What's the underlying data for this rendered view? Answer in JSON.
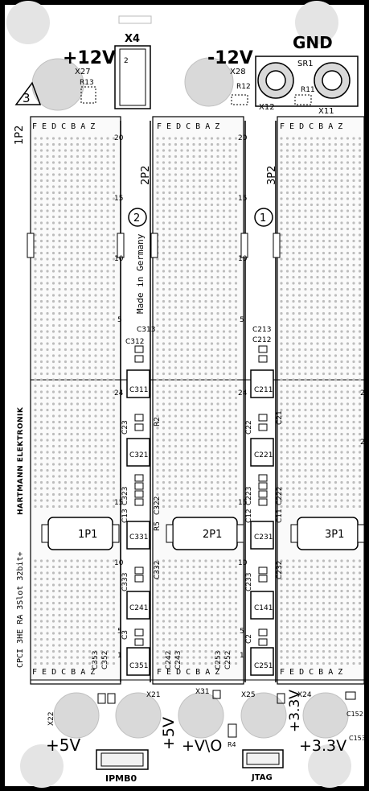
{
  "power_labels": {
    "p12v": "+12V",
    "m12v": "-12V",
    "gnd": "GND",
    "p5v_left": "+5V",
    "p5v_vert": "+5V",
    "vi_o": "+V\\O",
    "p3v3_vert": "+3.3V",
    "p3v3_right": "+3.3V"
  },
  "component_refs": {
    "x4": "X4",
    "x27": "X27",
    "x28": "X28",
    "sr1": "SR1",
    "r13": "R13",
    "r12": "R12",
    "r11": "R11",
    "x12": "X12",
    "x11": "X11",
    "x22": "X22",
    "x21": "X21",
    "x31": "X31",
    "x25": "X25",
    "x24": "X24",
    "r4": "R4",
    "c152": "C152",
    "c153": "C153",
    "r2": "R2",
    "r5": "R5",
    "x4_pin": "2"
  },
  "triangle_mark": "3",
  "edge_texts": {
    "p2_left": "1P2",
    "made_in": "Made in Germany",
    "p2_2": "2P2",
    "p2_3": "3P2",
    "brand": "HARTMANN ELEKTRONIK",
    "spec": "CPCI 3HE RA 3Slot 32bit+"
  },
  "circle_marks": {
    "two": "2",
    "one": "1"
  },
  "column_header": "F E D C B A Z",
  "row_numbers": {
    "r20": "20",
    "r15": "15",
    "r10": "10",
    "r5": "5",
    "r24": "24",
    "r1": "1"
  },
  "p1_labels": {
    "p1": "1P1",
    "p2": "2P1",
    "p3": "3P1"
  },
  "capacitors_left": {
    "c313": "C313",
    "c312": "C312",
    "c311": "C311",
    "c23": "C23",
    "c321": "C321",
    "c323": "C323",
    "c322": "C322",
    "c13": "C13",
    "c331": "C331",
    "c332": "C332",
    "c333": "C333",
    "c241": "C241",
    "c3": "C3",
    "c351": "C351",
    "c353": "C353",
    "c352": "C352"
  },
  "capacitors_right": {
    "c213": "C213",
    "c212": "C212",
    "c211": "C211",
    "c22": "C22",
    "c21": "C21",
    "c221": "C221",
    "c223": "C223",
    "c222": "C222",
    "c12": "C12",
    "c11": "C11",
    "c231": "C231",
    "c233": "C233",
    "c232": "C232",
    "c141": "C141",
    "c2": "C2",
    "c251": "C251",
    "c253": "C253",
    "c252": "C252",
    "c242": "C242",
    "c243": "C243"
  },
  "bottom_connectors": {
    "ipmb0": "IPMB0",
    "jtag": "JTAG"
  },
  "colors": {
    "board": "#ffffff",
    "silk": "#000000",
    "pad": "#d9d9d9",
    "pad_edge": "#c0c0c0"
  }
}
